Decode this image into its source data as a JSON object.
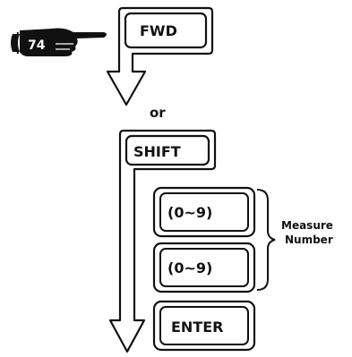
{
  "page_ref": {
    "number": "74",
    "icon": "pointing-hand-icon"
  },
  "keys": {
    "fwd": "FWD",
    "shift": "SHIFT",
    "digit_1": "(0~9)",
    "digit_2": "(0~9)",
    "enter": "ENTER"
  },
  "connector": "or",
  "annotation": {
    "line1": "Measure",
    "line2": "Number"
  }
}
